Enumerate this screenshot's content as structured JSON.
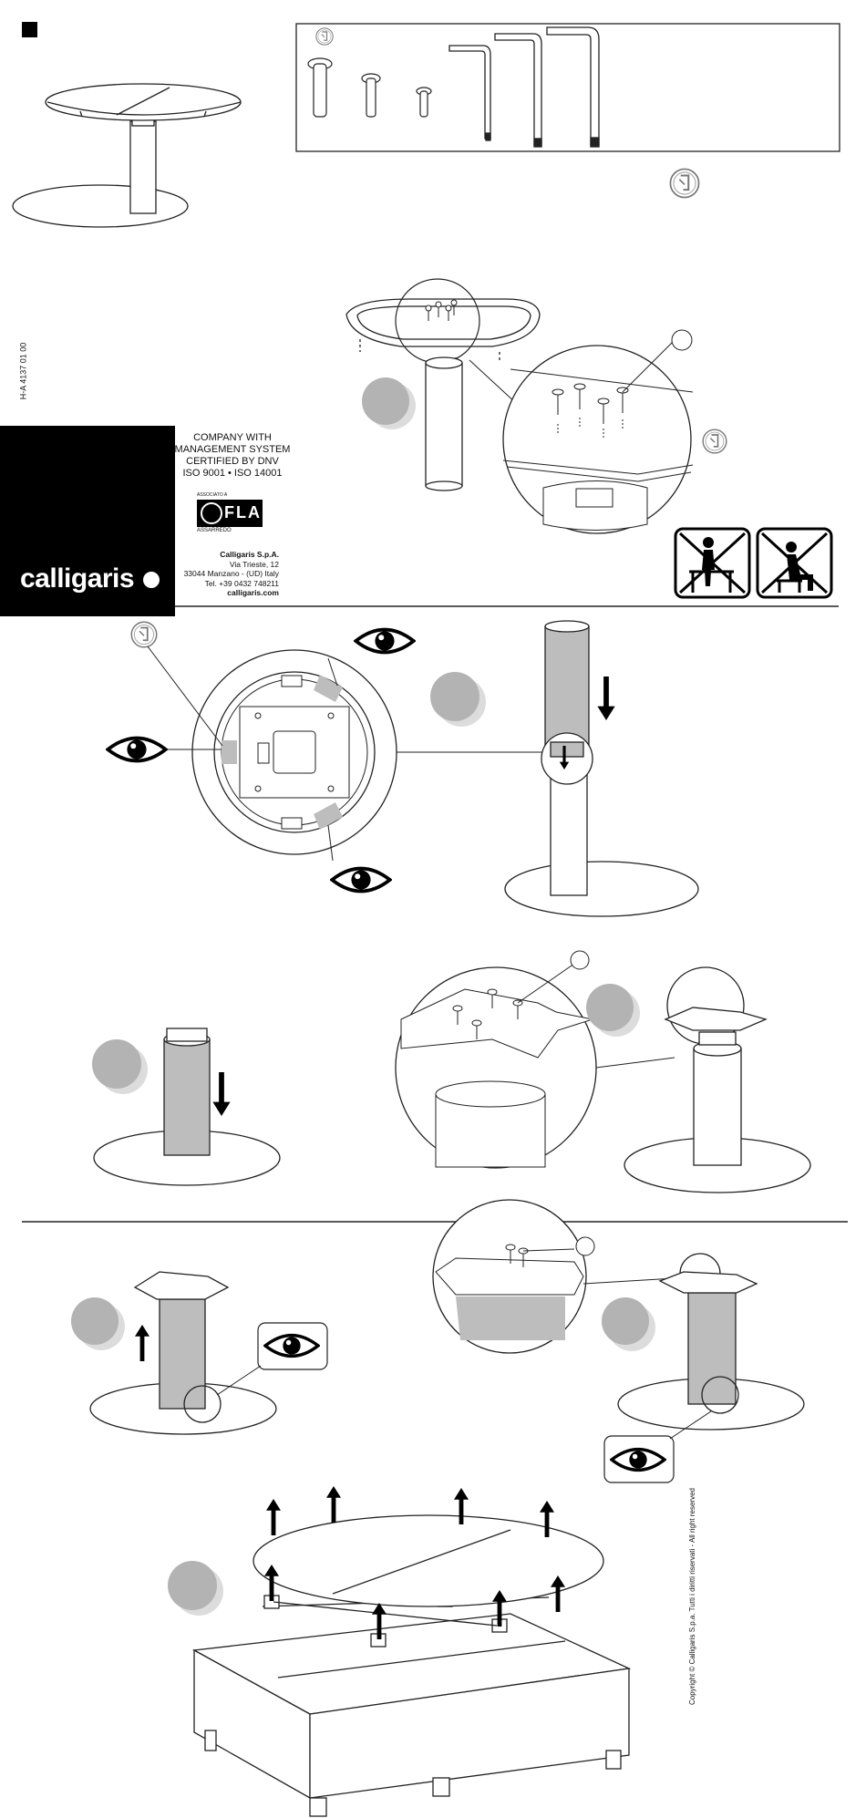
{
  "document": {
    "code": "H-A 4137 01 00",
    "brand": "calligaris",
    "certification": [
      "COMPANY WITH",
      "MANAGEMENT SYSTEM",
      "CERTIFIED BY DNV",
      "ISO 9001 • ISO 14001"
    ],
    "association": {
      "top": "ASSOCIATO A",
      "name": "FLA",
      "sub": "ASSARREDO"
    },
    "company": {
      "name": "Calligaris S.p.A.",
      "street": "Via Trieste, 12",
      "city": "33044 Manzano - (UD) Italy",
      "phone": "Tel. +39 0432 748211",
      "web": "calligaris.com"
    },
    "copyright": "Copyright © Calligaris S.p.a.  Tutti i diritti riservati - All right reserved"
  },
  "icons": {
    "step_marker": "step-circle-icon",
    "eye": "eye-icon",
    "arrow": "arrow-icon",
    "allen_key": "allen-key-icon",
    "screw": "screw-icon",
    "warning": "no-standing-icon"
  },
  "colors": {
    "line": "#222222",
    "step_circle": "#b3b3b3",
    "step_circle_shadow": "#dcdcdc",
    "column_fill": "#bdbdbd",
    "panel": "#000000"
  }
}
